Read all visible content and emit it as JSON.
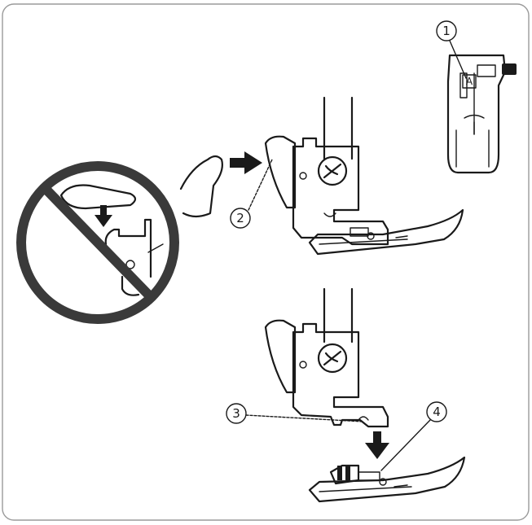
{
  "callouts": {
    "c1": "1",
    "c2": "2",
    "c3": "3",
    "c4": "4"
  },
  "foot_label": "A",
  "icons": {
    "prohibition": "no-symbol-icon",
    "push_arrow": "arrow-right-icon",
    "down_arrow": "arrow-down-icon"
  },
  "colors": {
    "line": "#1a1a1a",
    "background": "#ffffff"
  }
}
